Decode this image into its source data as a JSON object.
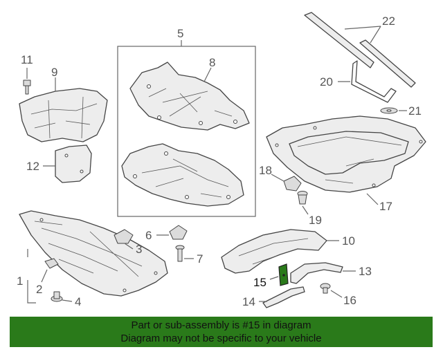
{
  "callouts": {
    "c1": "1",
    "c2": "2",
    "c3": "3",
    "c4": "4",
    "c5": "5",
    "c6": "6",
    "c7": "7",
    "c8": "8",
    "c9": "9",
    "c10": "10",
    "c11": "11",
    "c12": "12",
    "c13": "13",
    "c14": "14",
    "c15": "15",
    "c16": "16",
    "c17": "17",
    "c18": "18",
    "c19": "19",
    "c20": "20",
    "c21": "21",
    "c22": "22"
  },
  "highlight_part": "15",
  "colors": {
    "banner": "#2a7a1a",
    "highlight": "#2a7a1a"
  },
  "banner": {
    "line1": "Part or sub-assembly is #15 in diagram",
    "line2": "Diagram may not be specific to your vehicle"
  }
}
